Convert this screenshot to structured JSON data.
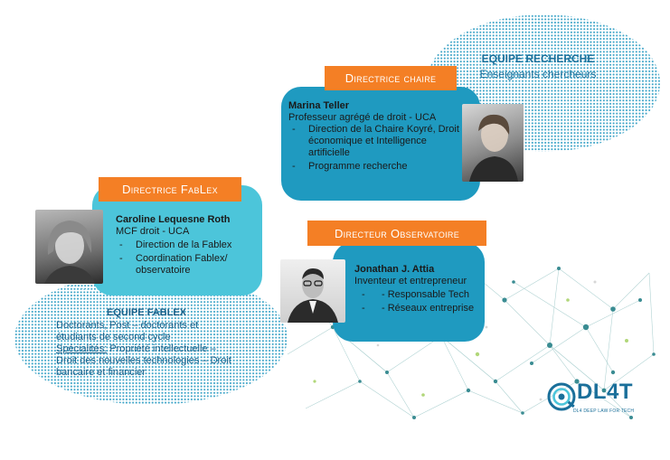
{
  "colors": {
    "orange": "#f47f25",
    "card_light": "#4cc5da",
    "card_dark": "#1f9ac0",
    "accent_text": "#1a6f9a"
  },
  "recherche": {
    "title": "EQUIPE RECHERCHE",
    "subtitle": "Enseignants chercheurs"
  },
  "chaire": {
    "tab": "Directrice chaire",
    "name": "Marina Teller",
    "role": "Professeur agrégé de droit - UCA",
    "items": [
      "Direction de la Chaire Koyré, Droit économique et Intelligence artificielle",
      "Programme recherche"
    ]
  },
  "fablex": {
    "tab": "Directrice FabLex",
    "name": "Caroline Lequesne Roth",
    "role": "MCF droit - UCA",
    "items": [
      "Direction de la Fablex",
      "Coordination Fablex/ observatoire"
    ]
  },
  "observatoire": {
    "tab": "Directeur Observatoire",
    "name": "Jonathan J. Attia",
    "role": "Inventeur et entrepreneur",
    "items": [
      "- Responsable Tech",
      "- Réseaux entreprise"
    ]
  },
  "fablex_team": {
    "title": "EQUIPE FABLEX",
    "line1": "Doctorants, Post – doctorants et étudiants de second cycle",
    "spec_label": "Spécialités:",
    "spec_text": " Propriété intellectuelle – Droit des nouvelles technologies – Droit bancaire et financier"
  },
  "logo": {
    "text": "DL4T",
    "tagline": "DL4 DEEP LAW FOR TECH"
  }
}
